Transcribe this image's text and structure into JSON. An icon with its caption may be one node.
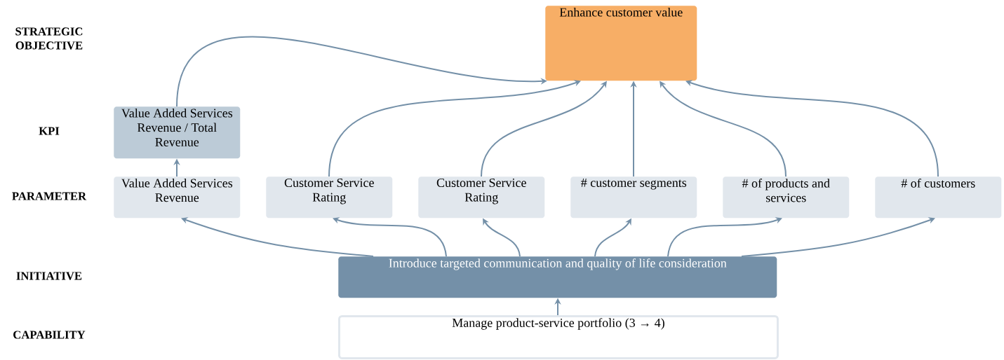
{
  "diagram": {
    "nodes": [
      {
        "text": [
          "Enhance customer value"
        ]
      },
      {
        "text": [
          "Value Added Services Revenue / Total Revenue"
        ]
      },
      {
        "text": [
          "Value Added Services Revenue"
        ]
      },
      {
        "text": [
          "Customer Service Rating"
        ]
      },
      {
        "text": [
          "Customer Service Rating"
        ]
      },
      {
        "text": [
          "# customer segments"
        ]
      },
      {
        "text": [
          "# of products and services"
        ]
      },
      {
        "text": [
          "# of customers"
        ]
      },
      {
        "text": [
          "Introduce targeted communication and quality of life consideration"
        ]
      },
      {
        "text": [
          "Manage product-service portfolio (3 → 4)"
        ]
      }
    ],
    "edges": [
      {
        "from": 1,
        "to": 0,
        "arrow": "to"
      },
      {
        "from": 2,
        "to": 1,
        "arrow": "to"
      },
      {
        "from": 3,
        "to": 0,
        "arrow": "to"
      },
      {
        "from": 4,
        "to": 0,
        "arrow": "to"
      },
      {
        "from": 5,
        "to": 0,
        "arrow": "to"
      },
      {
        "from": 6,
        "to": 0,
        "arrow": "to"
      },
      {
        "from": 7,
        "to": 0,
        "arrow": "to"
      },
      {
        "from": 8,
        "to": 2,
        "arrow": "to"
      },
      {
        "from": 8,
        "to": 3,
        "arrow": "to"
      },
      {
        "from": 8,
        "to": 4,
        "arrow": "to"
      },
      {
        "from": 8,
        "to": 5,
        "arrow": "to"
      },
      {
        "from": 8,
        "to": 6,
        "arrow": "to"
      },
      {
        "from": 8,
        "to": 7,
        "arrow": "to"
      },
      {
        "from": 9,
        "to": 8,
        "arrow": "to"
      }
    ],
    "labels": [
      "STRATEGIC OBJECTIVE",
      "KPI",
      "PARAMETER",
      "INITIATIVE",
      "CAPABILITY"
    ]
  }
}
